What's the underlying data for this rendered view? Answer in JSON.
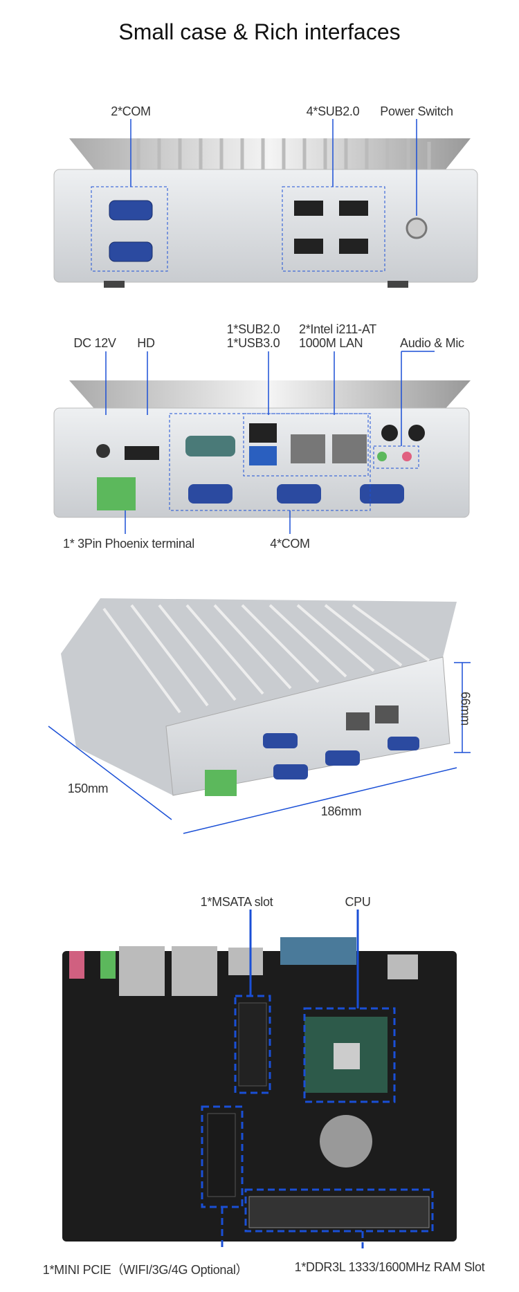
{
  "title": "Small case & Rich interfaces",
  "front_view": {
    "labels": [
      "2*COM",
      "4*SUB2.0",
      "Power Switch"
    ]
  },
  "rear_view": {
    "top_labels": [
      "DC 12V",
      "HD",
      "1*SUB2.0",
      "1*USB3.0",
      "2*Intel i211-AT",
      "1000M LAN",
      "Audio & Mic"
    ],
    "bottom_labels": [
      "1* 3Pin Phoenix terminal",
      "4*COM"
    ]
  },
  "dimensions": {
    "depth": "150mm",
    "width": "186mm",
    "height": "66mm"
  },
  "board": {
    "top_labels": [
      "1*MSATA slot",
      "CPU"
    ],
    "bottom_labels": [
      "1*MINI PCIE（WIFI/3G/4G Optional）",
      "1*DDR3L 1333/1600MHz RAM Slot"
    ]
  },
  "colors": {
    "callout": "#1a4fd6",
    "case": "#d9dcdf",
    "com_port": "#2b4aa0",
    "terminal": "#5cb85c",
    "pcb": "#1c1c1c"
  }
}
